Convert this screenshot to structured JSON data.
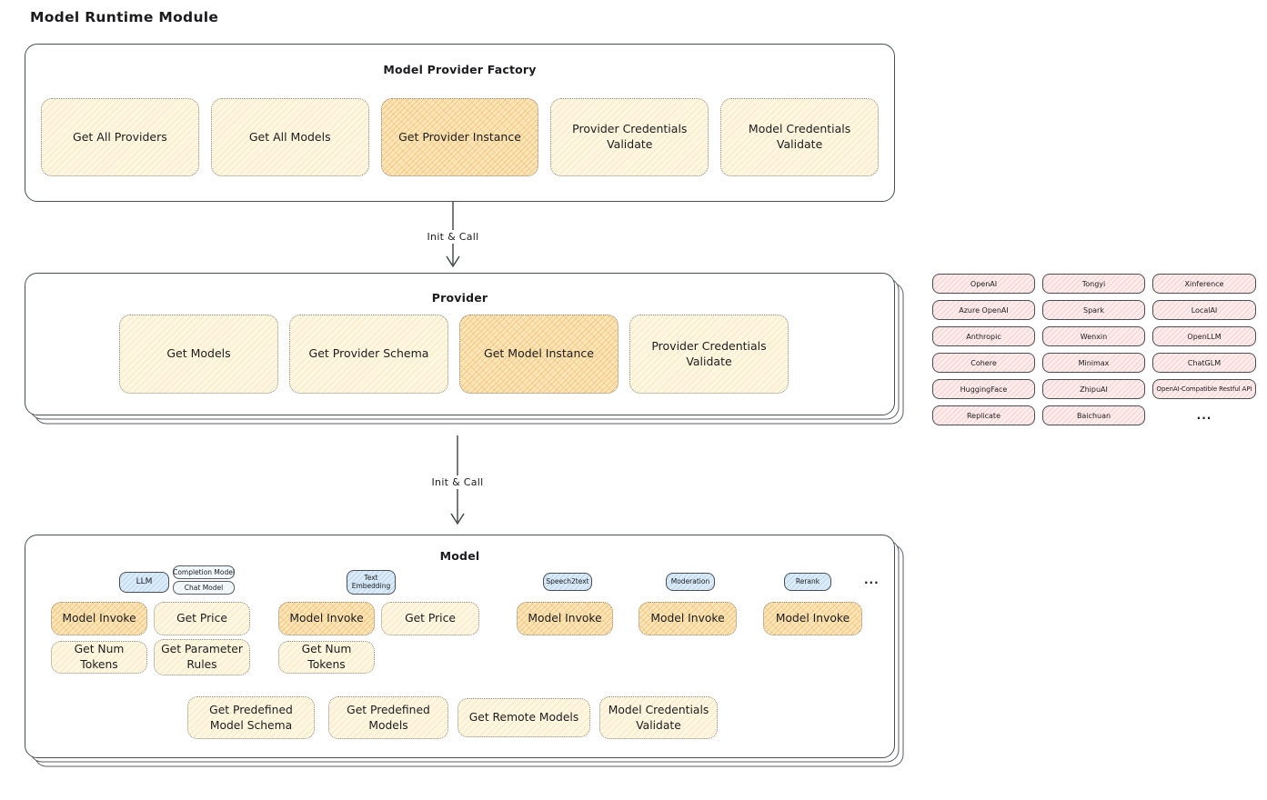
{
  "title": "Model Runtime Module",
  "arrows": {
    "label": "Init & Call"
  },
  "factory": {
    "label": "Model Provider Factory",
    "items": [
      {
        "label": "Get All Providers",
        "highlight": false
      },
      {
        "label": "Get All Models",
        "highlight": false
      },
      {
        "label": "Get Provider Instance",
        "highlight": true
      },
      {
        "label": "Provider Credentials Validate",
        "highlight": false
      },
      {
        "label": "Model Credentials Validate",
        "highlight": false
      }
    ]
  },
  "provider": {
    "label": "Provider",
    "items": [
      {
        "label": "Get Models",
        "highlight": false
      },
      {
        "label": "Get Provider Schema",
        "highlight": false
      },
      {
        "label": "Get Model Instance",
        "highlight": true
      },
      {
        "label": "Provider Credentials Validate",
        "highlight": false
      }
    ]
  },
  "providers_panel": {
    "rows": [
      [
        "OpenAI",
        "Tongyi",
        "Xinference"
      ],
      [
        "Azure OpenAI",
        "Spark",
        "LocalAI"
      ],
      [
        "Anthropic",
        "Wenxin",
        "OpenLLM"
      ],
      [
        "Cohere",
        "Minimax",
        "ChatGLM"
      ],
      [
        "HuggingFace",
        "ZhipuAI",
        "OpenAI-Compatible Restful API"
      ],
      [
        "Replicate",
        "Baichuan",
        "..."
      ]
    ]
  },
  "model": {
    "label": "Model",
    "types": {
      "llm": "LLM",
      "completion": "Completion Model",
      "chat": "Chat Model",
      "text_embedding": "Text Embedding",
      "speech2text": "Speech2text",
      "moderation": "Moderation",
      "rerank": "Rerank",
      "more": "..."
    },
    "actions": {
      "model_invoke": "Model Invoke",
      "get_price": "Get Price",
      "get_num_tokens": "Get Num Tokens",
      "get_parameter_rules": "Get Parameter Rules",
      "get_predefined_model_schema": "Get Predefined Model Schema",
      "get_predefined_models": "Get Predefined Models",
      "get_remote_models": "Get Remote Models",
      "model_credentials_validate": "Model Credentials Validate"
    }
  },
  "colors": {
    "cream_fill": "#fdf7e2",
    "cream_hatch": "#f1c878",
    "highlight_fill": "#fbe6ba",
    "highlight_hatch": "#f0ac4e",
    "pink_fill": "#fdecec",
    "pink_hatch": "#e08080",
    "blue_fill": "#dcebf8",
    "blue_hatch": "#82b4e1",
    "stroke_dark": "#4a4e55"
  }
}
